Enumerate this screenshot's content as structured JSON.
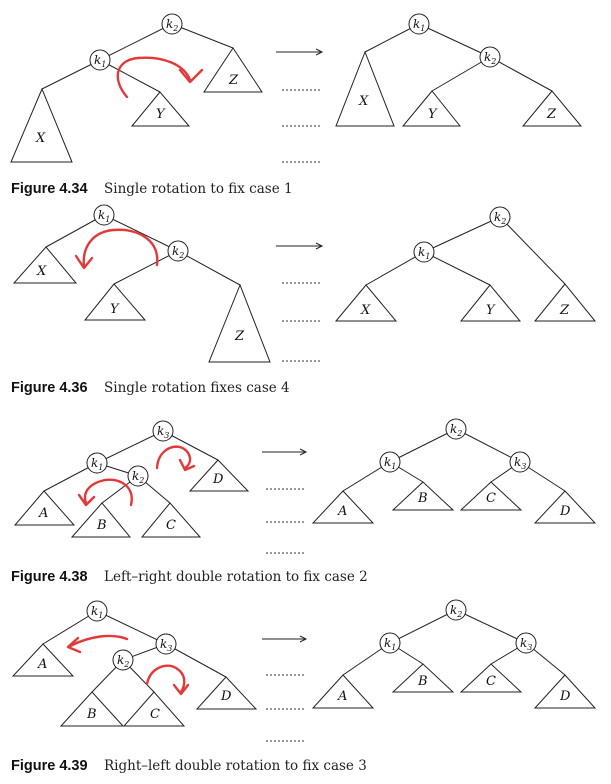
{
  "figures": [
    {
      "number": "Figure 4.34",
      "caption": "Single rotation to fix case 1",
      "before": {
        "nodes": [
          {
            "name": "k",
            "sub": "2"
          },
          {
            "name": "k",
            "sub": "1"
          }
        ],
        "subtrees": [
          "X",
          "Y",
          "Z"
        ]
      },
      "after": {
        "nodes": [
          {
            "name": "k",
            "sub": "1"
          },
          {
            "name": "k",
            "sub": "2"
          }
        ],
        "subtrees": [
          "X",
          "Y",
          "Z"
        ]
      }
    },
    {
      "number": "Figure 4.36",
      "caption": "Single rotation fixes case 4",
      "before": {
        "nodes": [
          {
            "name": "k",
            "sub": "1"
          },
          {
            "name": "k",
            "sub": "2"
          }
        ],
        "subtrees": [
          "X",
          "Y",
          "Z"
        ]
      },
      "after": {
        "nodes": [
          {
            "name": "k",
            "sub": "2"
          },
          {
            "name": "k",
            "sub": "1"
          }
        ],
        "subtrees": [
          "X",
          "Y",
          "Z"
        ]
      }
    },
    {
      "number": "Figure 4.38",
      "caption": "Left–right double rotation to fix case 2",
      "before": {
        "nodes": [
          {
            "name": "k",
            "sub": "3"
          },
          {
            "name": "k",
            "sub": "1"
          },
          {
            "name": "k",
            "sub": "2"
          }
        ],
        "subtrees": [
          "A",
          "B",
          "C",
          "D"
        ]
      },
      "after": {
        "nodes": [
          {
            "name": "k",
            "sub": "2"
          },
          {
            "name": "k",
            "sub": "1"
          },
          {
            "name": "k",
            "sub": "3"
          }
        ],
        "subtrees": [
          "A",
          "B",
          "C",
          "D"
        ]
      }
    },
    {
      "number": "Figure 4.39",
      "caption": "Right–left double rotation to fix case 3",
      "before": {
        "nodes": [
          {
            "name": "k",
            "sub": "1"
          },
          {
            "name": "k",
            "sub": "3"
          },
          {
            "name": "k",
            "sub": "2"
          }
        ],
        "subtrees": [
          "A",
          "B",
          "C",
          "D"
        ]
      },
      "after": {
        "nodes": [
          {
            "name": "k",
            "sub": "2"
          },
          {
            "name": "k",
            "sub": "1"
          },
          {
            "name": "k",
            "sub": "3"
          }
        ],
        "subtrees": [
          "A",
          "B",
          "C",
          "D"
        ]
      }
    }
  ],
  "colors": {
    "annotation": "#e23a3a",
    "ink": "#222222"
  }
}
